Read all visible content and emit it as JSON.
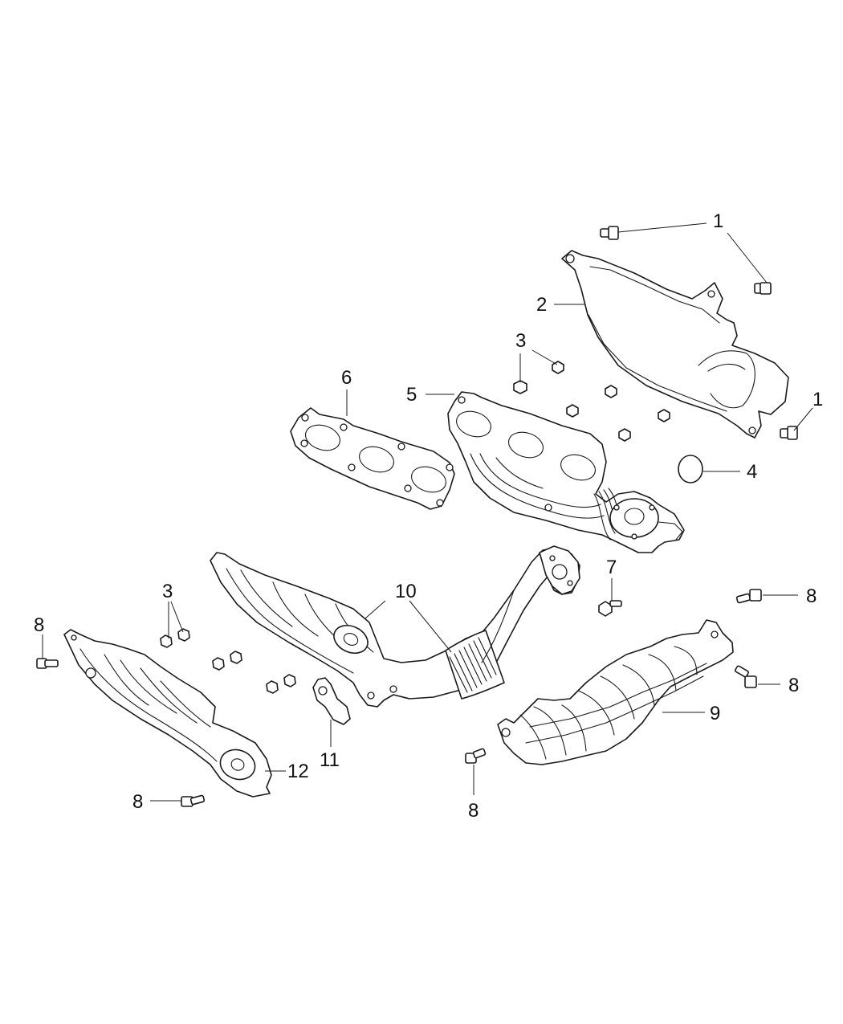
{
  "callouts": {
    "c1a": "1",
    "c1b": "1",
    "c2": "2",
    "c3a": "3",
    "c3b": "3",
    "c4": "4",
    "c5": "5",
    "c6": "6",
    "c7": "7",
    "c8a": "8",
    "c8b": "8",
    "c8c": "8",
    "c8d": "8",
    "c8e": "8",
    "c9": "9",
    "c10": "10",
    "c11": "11",
    "c12": "12"
  },
  "colors": {
    "line": "#1a1a1a",
    "background": "#ffffff"
  }
}
